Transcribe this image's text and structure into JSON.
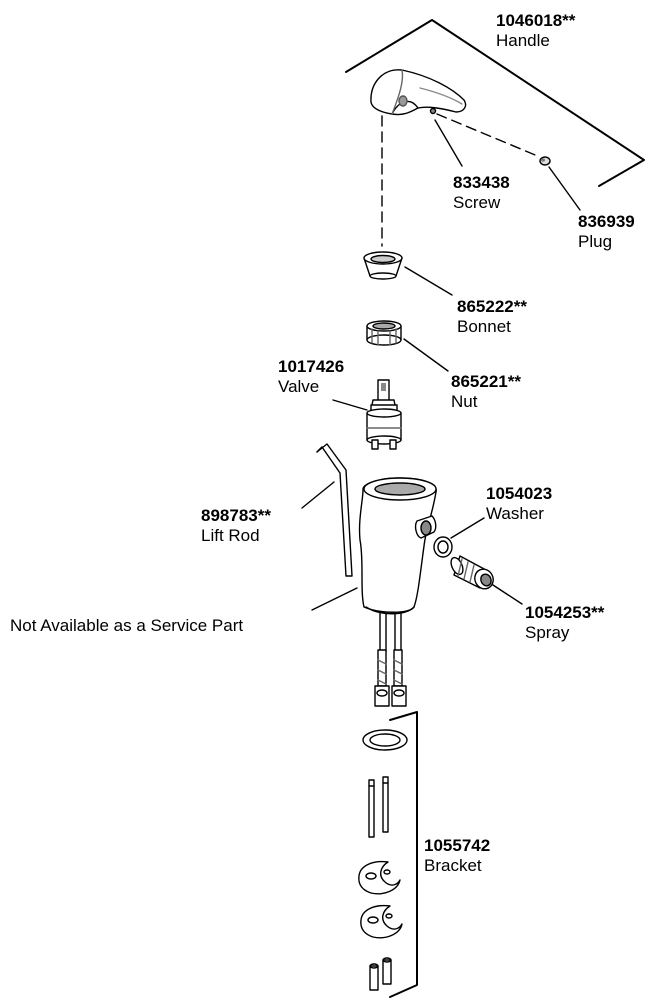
{
  "parts": {
    "handle": {
      "number": "1046018**",
      "name": "Handle"
    },
    "screw": {
      "number": "833438",
      "name": "Screw"
    },
    "plug": {
      "number": "836939",
      "name": "Plug"
    },
    "bonnet": {
      "number": "865222**",
      "name": "Bonnet"
    },
    "valve": {
      "number": "1017426",
      "name": "Valve"
    },
    "nut": {
      "number": "865221**",
      "name": "Nut"
    },
    "lift_rod": {
      "number": "898783**",
      "name": "Lift Rod"
    },
    "washer": {
      "number": "1054023",
      "name": "Washer"
    },
    "spray": {
      "number": "1054253**",
      "name": "Spray"
    },
    "bracket": {
      "number": "1055742",
      "name": "Bracket"
    }
  },
  "notes": {
    "body": "Not Available as a Service Part"
  },
  "colors": {
    "line": "#000000",
    "fill": "#ffffff",
    "shade": "#cfcfcf",
    "dark": "#7a7a7a"
  }
}
